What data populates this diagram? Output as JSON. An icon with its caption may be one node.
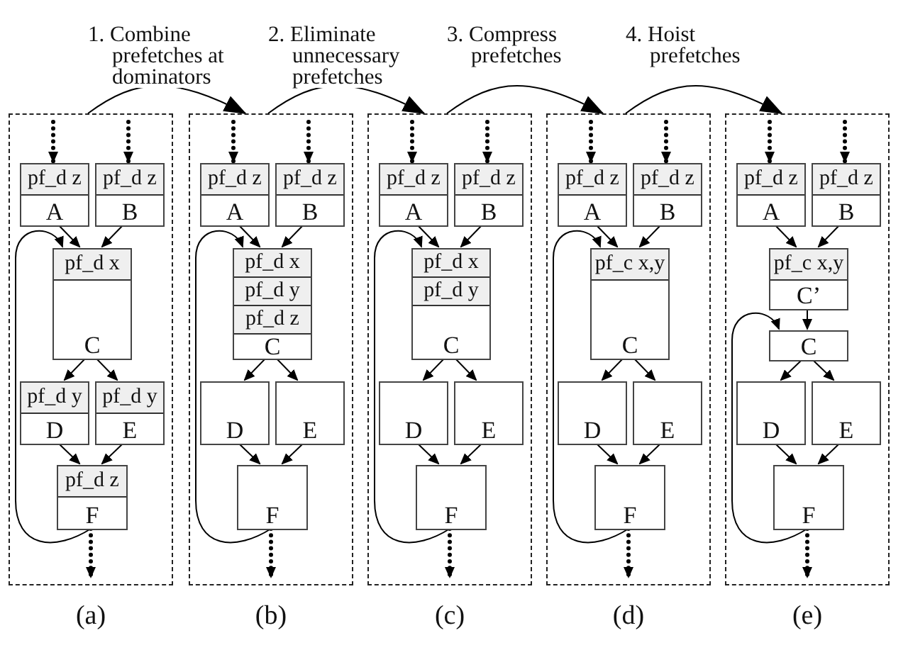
{
  "diagram": {
    "nodes": [
      {
        "text": [
          "(a)"
        ]
      },
      {
        "text": [
          "pf_d z",
          "A"
        ],
        "in": 0
      },
      {
        "text": [
          "pf_d z",
          "B"
        ],
        "in": 0
      },
      {
        "text": [
          "pf_d x",
          "C"
        ],
        "in": 0
      },
      {
        "text": [
          "pf_d y",
          "D"
        ],
        "in": 0
      },
      {
        "text": [
          "pf_d y",
          "E"
        ],
        "in": 0
      },
      {
        "text": [
          "pf_d z",
          "F"
        ],
        "in": 0
      },
      {
        "text": [
          "(b)"
        ]
      },
      {
        "text": [
          "pf_d z",
          "A"
        ],
        "in": 7
      },
      {
        "text": [
          "pf_d z",
          "B"
        ],
        "in": 7
      },
      {
        "text": [
          "pf_d x",
          "pf_d y",
          "pf_d z",
          "C"
        ],
        "in": 7
      },
      {
        "text": [
          "D"
        ],
        "in": 7
      },
      {
        "text": [
          "E"
        ],
        "in": 7
      },
      {
        "text": [
          "F"
        ],
        "in": 7
      },
      {
        "text": [
          "(c)"
        ]
      },
      {
        "text": [
          "pf_d z",
          "A"
        ],
        "in": 14
      },
      {
        "text": [
          "pf_d z",
          "B"
        ],
        "in": 14
      },
      {
        "text": [
          "pf_d x",
          "pf_d y",
          "C"
        ],
        "in": 14
      },
      {
        "text": [
          "D"
        ],
        "in": 14
      },
      {
        "text": [
          "E"
        ],
        "in": 14
      },
      {
        "text": [
          "F"
        ],
        "in": 14
      },
      {
        "text": [
          "(d)"
        ]
      },
      {
        "text": [
          "pf_d z",
          "A"
        ],
        "in": 21
      },
      {
        "text": [
          "pf_d z",
          "B"
        ],
        "in": 21
      },
      {
        "text": [
          "pf_c x,y",
          "C"
        ],
        "in": 21
      },
      {
        "text": [
          "D"
        ],
        "in": 21
      },
      {
        "text": [
          "E"
        ],
        "in": 21
      },
      {
        "text": [
          "F"
        ],
        "in": 21
      },
      {
        "text": [
          "(e)"
        ]
      },
      {
        "text": [
          "pf_d z",
          "A"
        ],
        "in": 28
      },
      {
        "text": [
          "pf_d z",
          "B"
        ],
        "in": 28
      },
      {
        "text": [
          "pf_c x,y",
          "C’"
        ],
        "in": 28
      },
      {
        "text": [
          "C"
        ],
        "in": 28
      },
      {
        "text": [
          "D"
        ],
        "in": 28
      },
      {
        "text": [
          "E"
        ],
        "in": 28
      },
      {
        "text": [
          "F"
        ],
        "in": 28
      }
    ],
    "edges": [
      {
        "from": 0,
        "to": 7,
        "arrow": "to",
        "label": "1. Combine prefetches at dominators"
      },
      {
        "from": 7,
        "to": 14,
        "arrow": "to",
        "label": "2. Eliminate unnecessary prefetches"
      },
      {
        "from": 14,
        "to": 21,
        "arrow": "to",
        "label": "3. Compress prefetches"
      },
      {
        "from": 21,
        "to": 28,
        "arrow": "to",
        "label": "4. Hoist prefetches"
      },
      {
        "from": null,
        "to": 1,
        "arrow": "to",
        "style": "dashed"
      },
      {
        "from": null,
        "to": 2,
        "arrow": "to",
        "style": "dashed"
      },
      {
        "from": 1,
        "to": 3,
        "arrow": "to"
      },
      {
        "from": 2,
        "to": 3,
        "arrow": "to"
      },
      {
        "from": 3,
        "to": 4,
        "arrow": "to"
      },
      {
        "from": 3,
        "to": 5,
        "arrow": "to"
      },
      {
        "from": 4,
        "to": 6,
        "arrow": "to"
      },
      {
        "from": 5,
        "to": 6,
        "arrow": "to"
      },
      {
        "from": 6,
        "to": 3,
        "arrow": "to"
      },
      {
        "from": 6,
        "to": null,
        "arrow": "to",
        "style": "dashed"
      },
      {
        "from": null,
        "to": 8,
        "arrow": "to",
        "style": "dashed"
      },
      {
        "from": null,
        "to": 9,
        "arrow": "to",
        "style": "dashed"
      },
      {
        "from": 8,
        "to": 10,
        "arrow": "to"
      },
      {
        "from": 9,
        "to": 10,
        "arrow": "to"
      },
      {
        "from": 10,
        "to": 11,
        "arrow": "to"
      },
      {
        "from": 10,
        "to": 12,
        "arrow": "to"
      },
      {
        "from": 11,
        "to": 13,
        "arrow": "to"
      },
      {
        "from": 12,
        "to": 13,
        "arrow": "to"
      },
      {
        "from": 13,
        "to": 10,
        "arrow": "to"
      },
      {
        "from": 13,
        "to": null,
        "arrow": "to",
        "style": "dashed"
      },
      {
        "from": null,
        "to": 15,
        "arrow": "to",
        "style": "dashed"
      },
      {
        "from": null,
        "to": 16,
        "arrow": "to",
        "style": "dashed"
      },
      {
        "from": 15,
        "to": 17,
        "arrow": "to"
      },
      {
        "from": 16,
        "to": 17,
        "arrow": "to"
      },
      {
        "from": 17,
        "to": 18,
        "arrow": "to"
      },
      {
        "from": 17,
        "to": 19,
        "arrow": "to"
      },
      {
        "from": 18,
        "to": 20,
        "arrow": "to"
      },
      {
        "from": 19,
        "to": 20,
        "arrow": "to"
      },
      {
        "from": 20,
        "to": 17,
        "arrow": "to"
      },
      {
        "from": 20,
        "to": null,
        "arrow": "to",
        "style": "dashed"
      },
      {
        "from": null,
        "to": 22,
        "arrow": "to",
        "style": "dashed"
      },
      {
        "from": null,
        "to": 23,
        "arrow": "to",
        "style": "dashed"
      },
      {
        "from": 22,
        "to": 24,
        "arrow": "to"
      },
      {
        "from": 23,
        "to": 24,
        "arrow": "to"
      },
      {
        "from": 24,
        "to": 25,
        "arrow": "to"
      },
      {
        "from": 24,
        "to": 26,
        "arrow": "to"
      },
      {
        "from": 25,
        "to": 27,
        "arrow": "to"
      },
      {
        "from": 26,
        "to": 27,
        "arrow": "to"
      },
      {
        "from": 27,
        "to": 24,
        "arrow": "to"
      },
      {
        "from": 27,
        "to": null,
        "arrow": "to",
        "style": "dashed"
      },
      {
        "from": null,
        "to": 29,
        "arrow": "to",
        "style": "dashed"
      },
      {
        "from": null,
        "to": 30,
        "arrow": "to",
        "style": "dashed"
      },
      {
        "from": 29,
        "to": 31,
        "arrow": "to"
      },
      {
        "from": 30,
        "to": 31,
        "arrow": "to"
      },
      {
        "from": 31,
        "to": 32,
        "arrow": "to"
      },
      {
        "from": 32,
        "to": 33,
        "arrow": "to"
      },
      {
        "from": 32,
        "to": 34,
        "arrow": "to"
      },
      {
        "from": 33,
        "to": 35,
        "arrow": "to"
      },
      {
        "from": 34,
        "to": 35,
        "arrow": "to"
      },
      {
        "from": 35,
        "to": 32,
        "arrow": "to"
      },
      {
        "from": 35,
        "to": null,
        "arrow": "to",
        "style": "dashed"
      }
    ]
  }
}
